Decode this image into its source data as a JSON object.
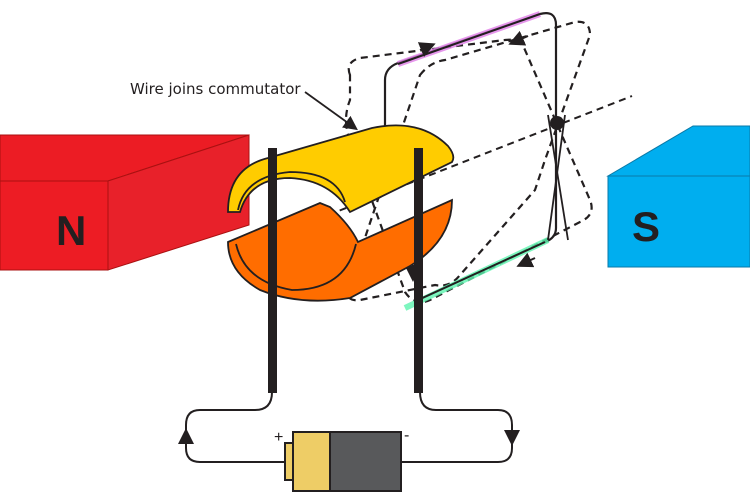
{
  "diagram": {
    "title": "DC motor",
    "annotation": "Wire joins commutator",
    "north_pole_label": "N",
    "south_pole_label": "S",
    "battery": {
      "positive_label": "+",
      "negative_label": "-"
    },
    "colors": {
      "north_magnet": "#ed1c24",
      "south_magnet": "#00aeef",
      "commutator_top": "#ffcc00",
      "commutator_bottom": "#ff6d00",
      "coil_top_highlight": "#e07ee8",
      "coil_bottom_highlight": "#5ef5b0",
      "battery_positive": "#eecd66",
      "battery_negative": "#58595b"
    }
  }
}
